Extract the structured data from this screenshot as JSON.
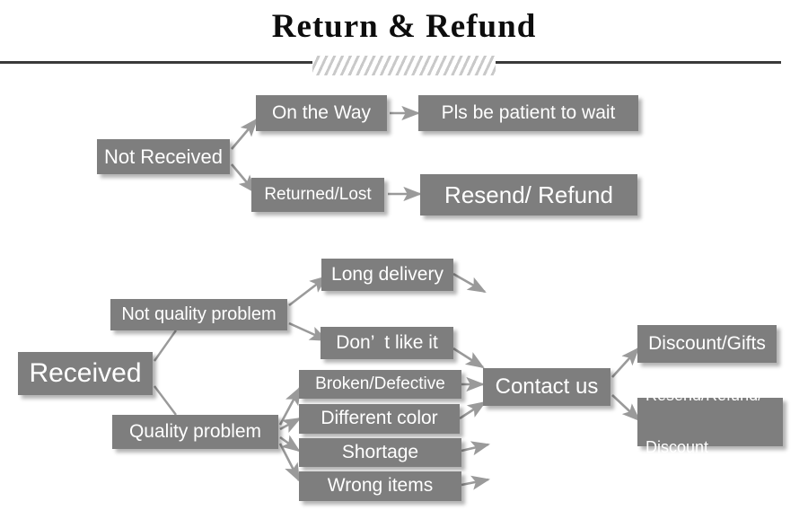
{
  "header": {
    "title": "Return & Refund",
    "divider_icon": "hatch-divider"
  },
  "colors": {
    "box_fill": "#7e7e7e",
    "box_text": "#ffffff",
    "arrow": "#9a9a9a",
    "rule": "#3a3a3a",
    "background": "#ffffff"
  },
  "diagram": {
    "type": "flowchart",
    "branches": [
      {
        "id": "not-received",
        "root": "Not Received",
        "steps": [
          {
            "from": "Not Received",
            "to": "On the Way",
            "arrow": true
          },
          {
            "from": "On the Way",
            "to": "Pls be patient to wait",
            "arrow": true
          },
          {
            "from": "Not Received",
            "to": "Returned/Lost",
            "arrow": true
          },
          {
            "from": "Returned/Lost",
            "to": "Resend/ Refund",
            "arrow": true
          }
        ]
      },
      {
        "id": "received",
        "root": "Received",
        "steps": [
          {
            "from": "Received",
            "to": "Not quality problem",
            "arrow": false
          },
          {
            "from": "Received",
            "to": "Quality problem",
            "arrow": false
          },
          {
            "from": "Not quality problem",
            "to": "Long delivery",
            "arrow": true
          },
          {
            "from": "Not quality problem",
            "to": "Don’  t like it",
            "arrow": true
          },
          {
            "from": "Quality problem",
            "to": "Broken/Defective",
            "arrow": true
          },
          {
            "from": "Quality problem",
            "to": "Different color",
            "arrow": true
          },
          {
            "from": "Quality problem",
            "to": "Shortage",
            "arrow": true
          },
          {
            "from": "Quality problem",
            "to": "Wrong items",
            "arrow": true
          },
          {
            "from": "Long delivery",
            "to": "Contact us",
            "arrow": true
          },
          {
            "from": "Don’  t like it",
            "to": "Contact us",
            "arrow": true
          },
          {
            "from": "Broken/Defective",
            "to": "Contact us",
            "arrow": true
          },
          {
            "from": "Different color",
            "to": "Contact us",
            "arrow": true
          },
          {
            "from": "Shortage",
            "to": "Contact us",
            "arrow": true
          },
          {
            "from": "Wrong items",
            "to": "Contact us",
            "arrow": true
          },
          {
            "from": "Contact us",
            "to": "Discount/Gifts",
            "arrow": true
          },
          {
            "from": "Contact us",
            "to": "Resend/Refund/ Discount",
            "arrow": true
          }
        ]
      }
    ],
    "nodes": {
      "not_received": "Not Received",
      "on_the_way": "On the Way",
      "pls_be_patient": "Pls be patient to wait",
      "returned_lost": "Returned/Lost",
      "resend_refund": "Resend/ Refund",
      "received": "Received",
      "not_quality_problem": "Not quality problem",
      "quality_problem": "Quality problem",
      "long_delivery": "Long delivery",
      "dont_like_it": "Don’  t like it",
      "broken_defective": "Broken/Defective",
      "different_color": "Different color",
      "shortage": "Shortage",
      "wrong_items": "Wrong items",
      "contact_us": "Contact us",
      "discount_gifts": "Discount/Gifts",
      "resend_refund_discount_line1": "Resend/Refund/",
      "resend_refund_discount_line2": "Discount"
    }
  }
}
